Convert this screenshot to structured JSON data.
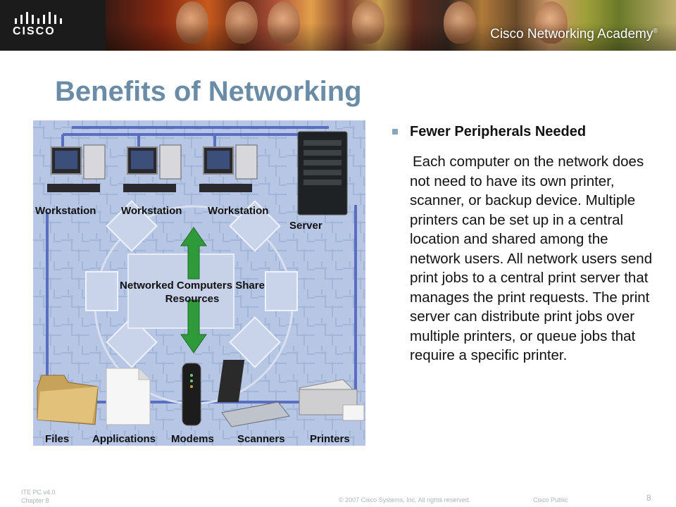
{
  "header": {
    "brand_word": "CISCO",
    "academy_title": "Cisco Networking Academy",
    "academy_mark": "®"
  },
  "slide": {
    "title": "Benefits of Networking",
    "bullet_heading": "Fewer Peripherals Needed",
    "body": "Each computer on the network does not need to have its own printer, scanner, or backup device. Multiple printers can be set up in a central location and shared among the network users. All network users send print jobs to a central print server that manages the print requests. The print server can distribute print jobs over multiple printers, or queue jobs that require a specific printer."
  },
  "diagram": {
    "workstations": [
      "Workstation",
      "Workstation",
      "Workstation"
    ],
    "server": "Server",
    "center": "Networked Computers Share Resources",
    "resources": [
      "Files",
      "Applications",
      "Modems",
      "Scanners",
      "Printers"
    ]
  },
  "footer": {
    "course": "ITE PC v4.0",
    "chapter": "Chapter 8",
    "copyright": "© 2007 Cisco Systems, Inc. All rights reserved.",
    "classification": "Cisco Public",
    "page_number": "8"
  },
  "colors": {
    "title": "#6a8ca6",
    "bullet": "#8aa6bd",
    "diagram_bg": "#b6c6e4",
    "arrow": "#2e9a3a"
  }
}
